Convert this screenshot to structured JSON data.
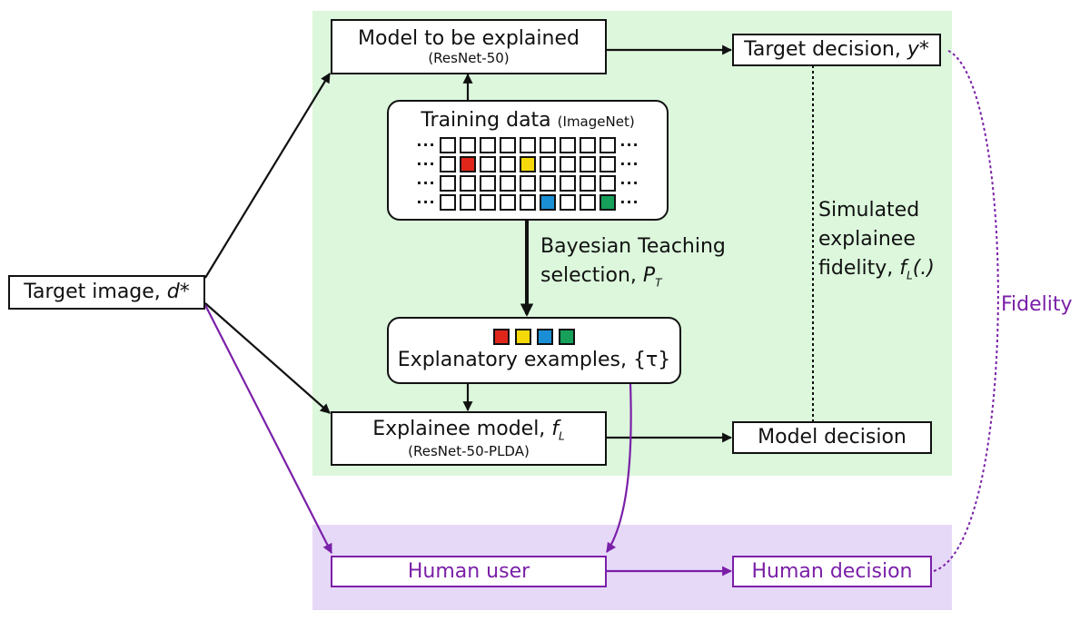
{
  "model_box": {
    "title": "Model to be explained",
    "subtitle": "(ResNet-50)"
  },
  "target_decision_box": {
    "label": "Target decision, ",
    "var": "y*"
  },
  "training_box": {
    "title": "Training data",
    "subtitle": "(ImageNet)",
    "ellipsis": "···",
    "rows": [
      {
        "colored": {}
      },
      {
        "colored": {
          "1": "#e0261b",
          "4": "#f5d90a"
        }
      },
      {
        "colored": {}
      },
      {
        "colored": {
          "5": "#1a8fd6",
          "8": "#16a05a"
        }
      }
    ]
  },
  "selection_label": {
    "line1": "Bayesian Teaching",
    "line2": "selection, ",
    "var": "P",
    "sub": "T"
  },
  "target_image_box": {
    "label": "Target image, ",
    "var": "d*"
  },
  "examples_box": {
    "label": "Explanatory examples, {τ}",
    "swatch_colors": [
      "#e0261b",
      "#f5d90a",
      "#1a8fd6",
      "#16a05a"
    ]
  },
  "explainee_box": {
    "title": "Explainee model, ",
    "var": "f",
    "sub": "L",
    "subtitle": "(ResNet-50-PLDA)"
  },
  "model_decision_box": {
    "label": "Model decision"
  },
  "simulated_label": {
    "line1": "Simulated",
    "line2": "explainee",
    "line3": "fidelity, ",
    "var": "f",
    "sub": "L",
    "suffix": "(.)"
  },
  "fidelity_label": {
    "text": "Fidelity"
  },
  "human_user_box": {
    "label": "Human user"
  },
  "human_decision_box": {
    "label": "Human decision"
  },
  "colors": {
    "green_panel": "#dcf7dc",
    "purple_panel": "#e6d9f7",
    "purple": "#7a1fa8",
    "black": "#111111"
  }
}
